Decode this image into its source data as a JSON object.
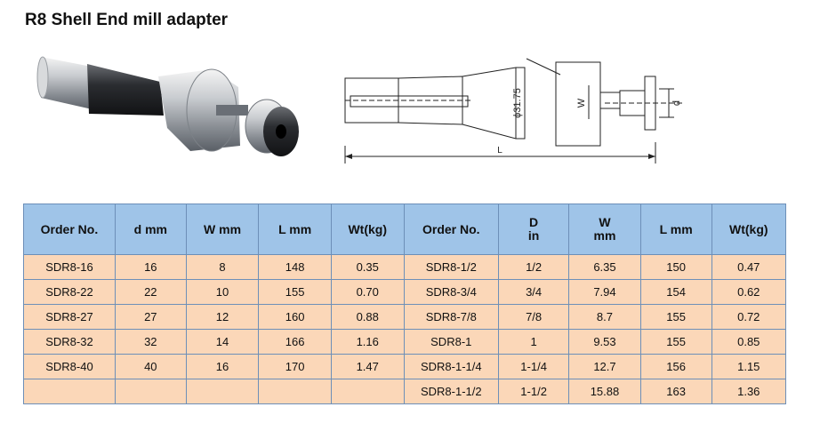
{
  "title": "R8 Shell End mill adapter",
  "drawing": {
    "dia_label": "ϕ31.75",
    "w_label": "W",
    "d_label": "d",
    "l_label": "L"
  },
  "table": {
    "headers": [
      {
        "lines": [
          "Order No."
        ]
      },
      {
        "lines": [
          "d  mm"
        ]
      },
      {
        "lines": [
          "W mm"
        ]
      },
      {
        "lines": [
          "L  mm"
        ]
      },
      {
        "lines": [
          "Wt(kg)"
        ]
      },
      {
        "lines": [
          "Order No."
        ]
      },
      {
        "lines": [
          "D",
          "in"
        ]
      },
      {
        "lines": [
          "W",
          "mm"
        ]
      },
      {
        "lines": [
          "L  mm"
        ]
      },
      {
        "lines": [
          "Wt(kg)"
        ]
      }
    ],
    "rows": [
      [
        "SDR8-16",
        "16",
        "8",
        "148",
        "0.35",
        "SDR8-1/2",
        "1/2",
        "6.35",
        "150",
        "0.47"
      ],
      [
        "SDR8-22",
        "22",
        "10",
        "155",
        "0.70",
        "SDR8-3/4",
        "3/4",
        "7.94",
        "154",
        "0.62"
      ],
      [
        "SDR8-27",
        "27",
        "12",
        "160",
        "0.88",
        "SDR8-7/8",
        "7/8",
        "8.7",
        "155",
        "0.72"
      ],
      [
        "SDR8-32",
        "32",
        "14",
        "166",
        "1.16",
        "SDR8-1",
        "1",
        "9.53",
        "155",
        "0.85"
      ],
      [
        "SDR8-40",
        "40",
        "16",
        "170",
        "1.47",
        "SDR8-1-1/4",
        "1-1/4",
        "12.7",
        "156",
        "1.15"
      ],
      [
        "",
        "",
        "",
        "",
        "",
        "SDR8-1-1/2",
        "1-1/2",
        "15.88",
        "163",
        "1.36"
      ]
    ]
  }
}
